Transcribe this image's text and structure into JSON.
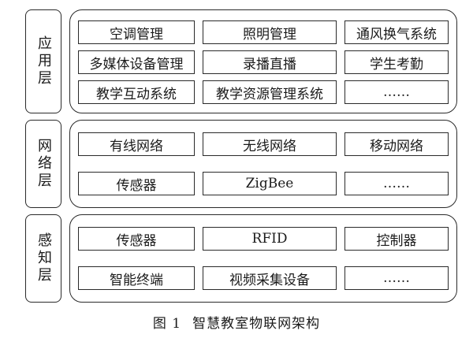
{
  "layers": [
    {
      "label": "应用层",
      "items": [
        [
          "空调管理",
          "照明管理",
          "通风换气系统"
        ],
        [
          "多媒体设备管理",
          "录播直播",
          "学生考勤"
        ],
        [
          "教学互动系统",
          "教学资源管理系统",
          "……"
        ]
      ]
    },
    {
      "label": "网络层",
      "items": [
        [
          "有线网络",
          "无线网络",
          "移动网络"
        ],
        [
          "传感器",
          "ZigBee",
          "……"
        ]
      ]
    },
    {
      "label": "感知层",
      "items": [
        [
          "传感器",
          "RFID",
          "控制器"
        ],
        [
          "智能终端",
          "视频采集设备",
          "……"
        ]
      ]
    }
  ],
  "caption": {
    "number": "图 1",
    "title": "智慧教室物联网架构"
  }
}
